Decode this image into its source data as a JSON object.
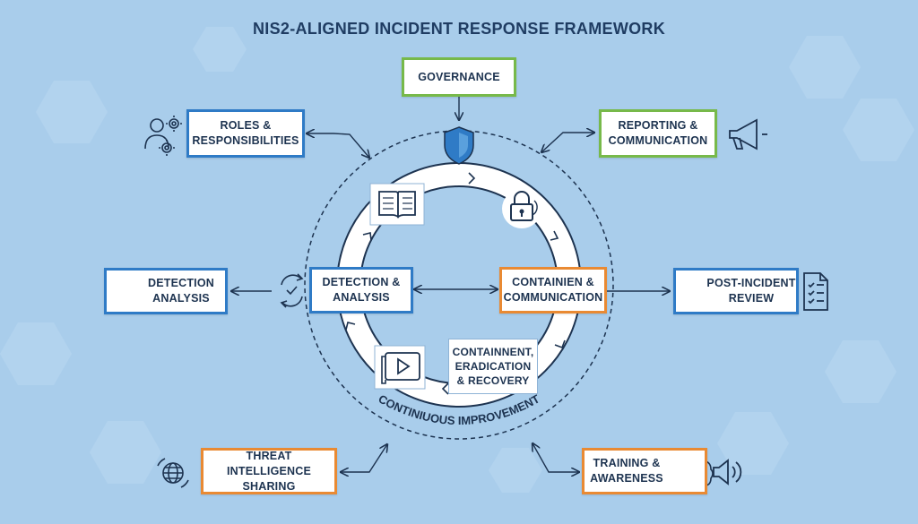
{
  "title": "NIS2-ALIGNED INCIDENT RESPONSE FRAMEWORK",
  "boxes": {
    "governance": [
      "GOVERNANCE"
    ],
    "roles": [
      "ROLES &",
      "RESPONSIBILITIES"
    ],
    "reporting": [
      "REPORTING &",
      "COMMUNICATION"
    ],
    "detection_left": [
      "DETECTION",
      "ANALYSIS"
    ],
    "detection_center": [
      "DETECTION &",
      "ANALYSIS"
    ],
    "containien": [
      "CONTAINIEN &",
      "COMMUNICATION"
    ],
    "post_incident": [
      "POST-INCIDENT",
      "REVIEW"
    ],
    "containment": [
      "CONTAINNENT,",
      "ERADICATION",
      "& RECOVERY"
    ],
    "threat": [
      "THREAT INTELLIGENCE",
      "SHARING"
    ],
    "training": [
      "TRAINING &",
      "AWARENESS"
    ]
  },
  "loop_label": "CONTINIUOUS IMPROVEMENT",
  "colors": {
    "background": "#a9cdeb",
    "blue_border": "#2f7bc6",
    "green_border": "#77b94a",
    "orange_border": "#e98a33",
    "text": "#1d3350"
  }
}
